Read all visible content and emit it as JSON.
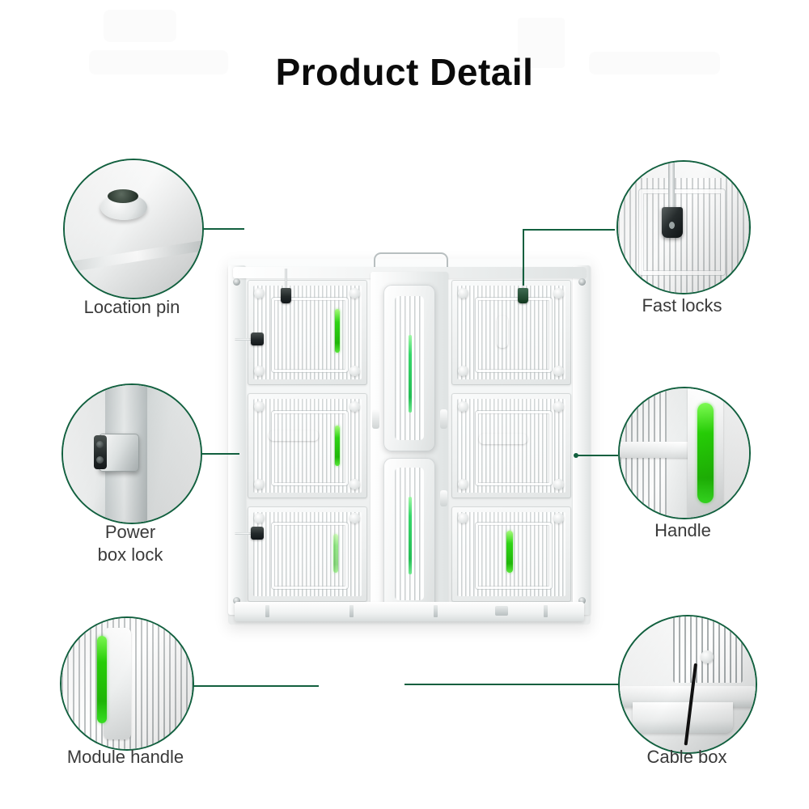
{
  "page": {
    "title": "Product Detail",
    "background_color": "#ffffff",
    "accent_green": "#12603f",
    "handle_green": "#2fd415",
    "label_color": "#3a3a3a"
  },
  "callouts": [
    {
      "id": "location-pin",
      "label": "Location pin",
      "position": "top-left",
      "icon": "location-pin-photo",
      "connector": "horizontal-right"
    },
    {
      "id": "power-box-lock",
      "label": "Power\nbox lock",
      "position": "middle-left",
      "icon": "power-box-lock-photo",
      "connector": "horizontal-right"
    },
    {
      "id": "module-handle",
      "label": "Module handle",
      "position": "bottom-left",
      "icon": "module-handle-photo",
      "connector": "horizontal-right"
    },
    {
      "id": "fast-locks",
      "label": "Fast locks",
      "position": "top-right",
      "icon": "fast-locks-photo",
      "connector": "elbow-left-down"
    },
    {
      "id": "handle",
      "label": "Handle",
      "position": "middle-right",
      "icon": "handle-photo",
      "connector": "horizontal-left"
    },
    {
      "id": "cable-box",
      "label": "Cable box",
      "position": "bottom-right",
      "icon": "cable-box-photo",
      "connector": "horizontal-left"
    }
  ],
  "product": {
    "name": "led-cabinet-rear-view",
    "module_rows": 3,
    "module_columns": 2,
    "has_carry_handle": true,
    "has_center_power_box": true
  }
}
